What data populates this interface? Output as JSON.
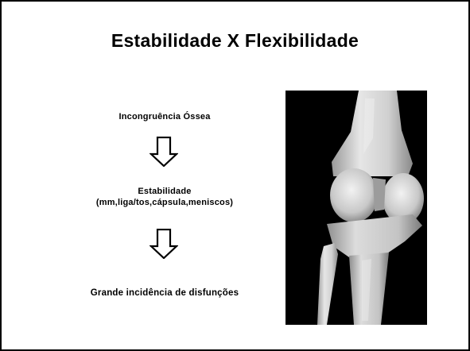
{
  "slide": {
    "title": "Estabilidade X Flexibilidade",
    "steps": [
      {
        "line1": "Incongruência Óssea"
      },
      {
        "line1": "Estabilidade",
        "line2": "(mm,liga/tos,cápsula,meniscos)"
      },
      {
        "line1": "Grande incidência de disfunções"
      }
    ],
    "arrow_icon": "down-arrow-icon",
    "image": {
      "subject": "knee-joint-bones",
      "background_color": "#000000",
      "bone_color": "#d9d9d9"
    }
  }
}
